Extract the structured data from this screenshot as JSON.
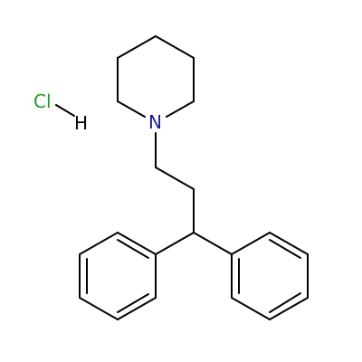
{
  "molecule": {
    "atoms": {
      "n": {
        "symbol": "N",
        "color": "#1a1aa6"
      },
      "cl": {
        "symbol": "Cl",
        "color": "#1e9e1e"
      },
      "h": {
        "symbol": "H",
        "color": "#000000"
      }
    },
    "bond_color": "#000000"
  }
}
